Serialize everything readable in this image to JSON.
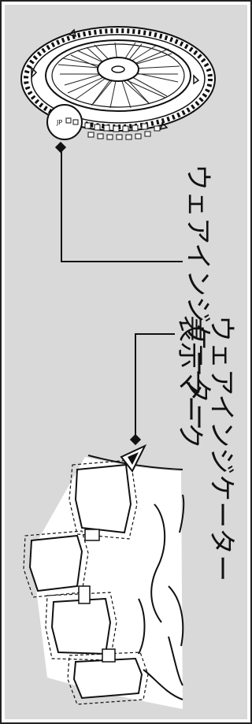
{
  "labels": {
    "wear_indicator": "ウェアインジケーター",
    "mark_line1": "ウェアインジケーター",
    "mark_line2": "表示マーク"
  },
  "wheel_marking": "JP",
  "colors": {
    "panel_bg": "#d9d9d9",
    "line": "#111111",
    "tire_fill": "#ffffff"
  }
}
